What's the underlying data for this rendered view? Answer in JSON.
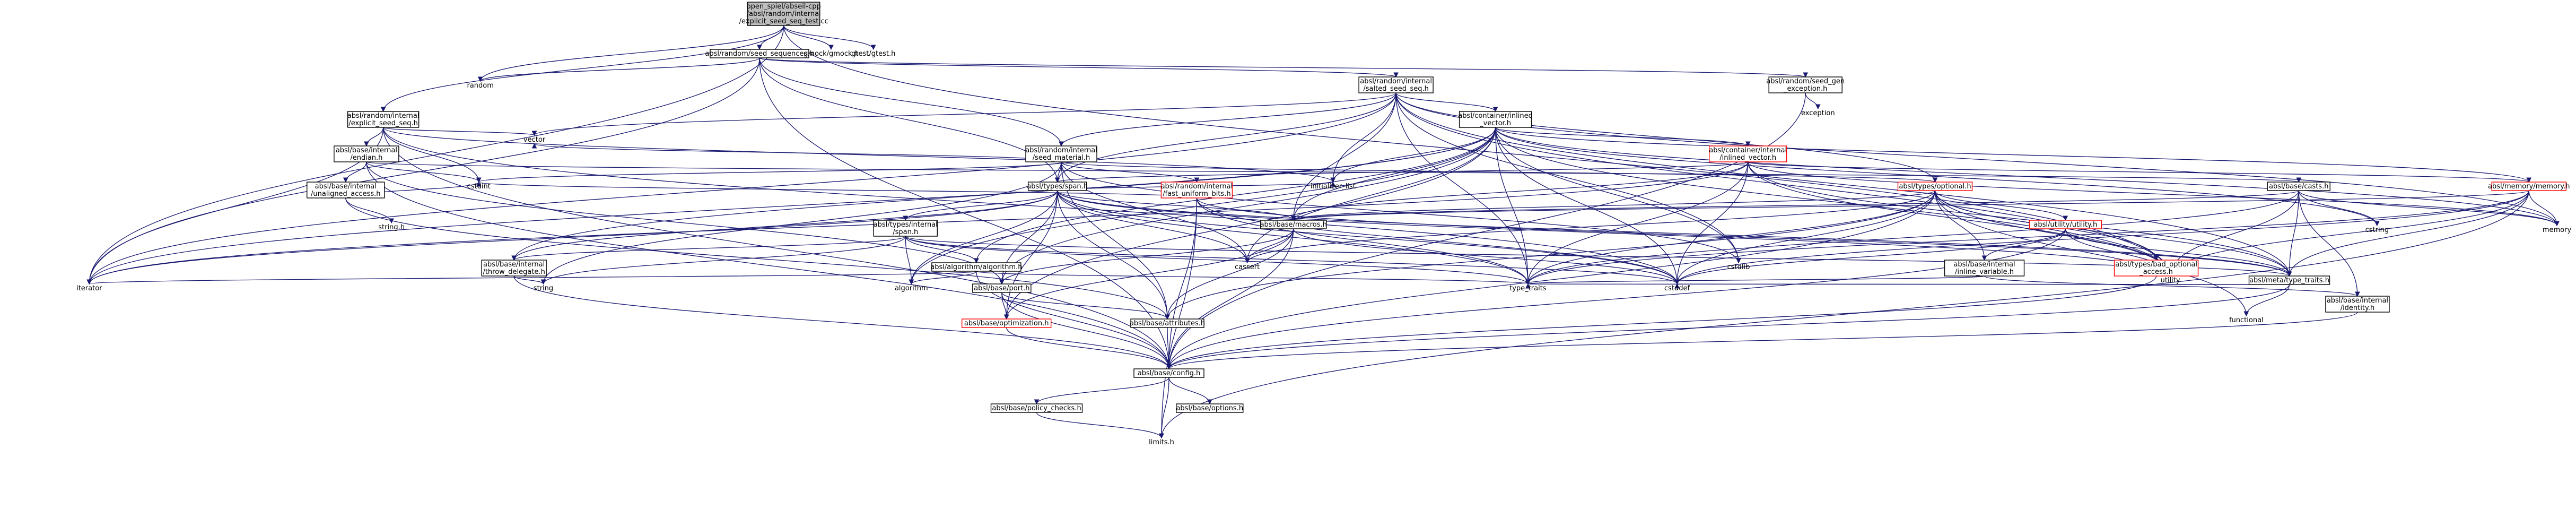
{
  "diagram": {
    "type": "include-dependency-graph",
    "colors": {
      "edge": "#191970",
      "root_fill": "#bfbfbf",
      "node_border": "#000000",
      "truncated_border": "#ff0000"
    },
    "nodes": [
      {
        "id": "root",
        "lines": [
          "open_spiel/abseil-cpp",
          "/absl/random/internal",
          "/explicit_seed_seq_test.cc"
        ],
        "style": "root"
      },
      {
        "id": "seed_sequences",
        "lines": [
          "absl/random/seed_sequences.h"
        ],
        "style": "normal"
      },
      {
        "id": "gmock",
        "lines": [
          "gmock/gmock.h"
        ],
        "style": "plain"
      },
      {
        "id": "gtest",
        "lines": [
          "gtest/gtest.h"
        ],
        "style": "plain"
      },
      {
        "id": "random",
        "lines": [
          "random"
        ],
        "style": "plain"
      },
      {
        "id": "salted_seed_seq",
        "lines": [
          "absl/random/internal",
          "/salted_seed_seq.h"
        ],
        "style": "normal"
      },
      {
        "id": "seed_gen_exception",
        "lines": [
          "absl/random/seed_gen",
          "_exception.h"
        ],
        "style": "normal"
      },
      {
        "id": "exception",
        "lines": [
          "exception"
        ],
        "style": "plain"
      },
      {
        "id": "explicit_seed_seq",
        "lines": [
          "absl/random/internal",
          "/explicit_seed_seq.h"
        ],
        "style": "normal"
      },
      {
        "id": "inlined_vector",
        "lines": [
          "absl/container/inlined",
          "_vector.h"
        ],
        "style": "normal"
      },
      {
        "id": "seed_material",
        "lines": [
          "absl/random/internal",
          "/seed_material.h"
        ],
        "style": "normal"
      },
      {
        "id": "internal_inlined_vector",
        "lines": [
          "absl/container/internal",
          "/inlined_vector.h"
        ],
        "style": "red"
      },
      {
        "id": "endian",
        "lines": [
          "absl/base/internal",
          "/endian.h"
        ],
        "style": "normal"
      },
      {
        "id": "unaligned_access",
        "lines": [
          "absl/base/internal",
          "/unaligned_access.h"
        ],
        "style": "normal"
      },
      {
        "id": "span",
        "lines": [
          "absl/types/span.h"
        ],
        "style": "normal"
      },
      {
        "id": "fast_uniform_bits",
        "lines": [
          "absl/random/internal",
          "/fast_uniform_bits.h"
        ],
        "style": "red"
      },
      {
        "id": "optional",
        "lines": [
          "absl/types/optional.h"
        ],
        "style": "red"
      },
      {
        "id": "casts",
        "lines": [
          "absl/base/casts.h"
        ],
        "style": "normal"
      },
      {
        "id": "memory",
        "lines": [
          "absl/memory/memory.h"
        ],
        "style": "red"
      },
      {
        "id": "internal_span",
        "lines": [
          "absl/types/internal",
          "/span.h"
        ],
        "style": "normal"
      },
      {
        "id": "macros",
        "lines": [
          "absl/base/macros.h"
        ],
        "style": "normal"
      },
      {
        "id": "utility",
        "lines": [
          "absl/utility/utility.h"
        ],
        "style": "red"
      },
      {
        "id": "algorithm_h",
        "lines": [
          "absl/algorithm/algorithm.h"
        ],
        "style": "normal"
      },
      {
        "id": "throw_delegate",
        "lines": [
          "absl/base/internal",
          "/throw_delegate.h"
        ],
        "style": "normal"
      },
      {
        "id": "port",
        "lines": [
          "absl/base/port.h"
        ],
        "style": "normal"
      },
      {
        "id": "inline_variable",
        "lines": [
          "absl/base/internal",
          "/inline_variable.h"
        ],
        "style": "normal"
      },
      {
        "id": "bad_optional_access",
        "lines": [
          "absl/types/bad_optional",
          "_access.h"
        ],
        "style": "red"
      },
      {
        "id": "type_traits_h",
        "lines": [
          "absl/meta/type_traits.h"
        ],
        "style": "normal"
      },
      {
        "id": "identity",
        "lines": [
          "absl/base/internal",
          "/identity.h"
        ],
        "style": "normal"
      },
      {
        "id": "optimization",
        "lines": [
          "absl/base/optimization.h"
        ],
        "style": "red"
      },
      {
        "id": "attributes",
        "lines": [
          "absl/base/attributes.h"
        ],
        "style": "normal"
      },
      {
        "id": "config",
        "lines": [
          "absl/base/config.h"
        ],
        "style": "normal"
      },
      {
        "id": "policy_checks",
        "lines": [
          "absl/base/policy_checks.h"
        ],
        "style": "normal"
      },
      {
        "id": "options",
        "lines": [
          "absl/base/options.h"
        ],
        "style": "normal"
      },
      {
        "id": "limits",
        "lines": [
          "limits.h"
        ],
        "style": "plain"
      },
      {
        "id": "vector",
        "lines": [
          "vector"
        ],
        "style": "plain"
      },
      {
        "id": "cstdint",
        "lines": [
          "cstdint"
        ],
        "style": "plain"
      },
      {
        "id": "string_h",
        "lines": [
          "string.h"
        ],
        "style": "plain"
      },
      {
        "id": "initializer_list",
        "lines": [
          "initializer_list"
        ],
        "style": "plain"
      },
      {
        "id": "cassert",
        "lines": [
          "cassert"
        ],
        "style": "plain"
      },
      {
        "id": "iterator",
        "lines": [
          "iterator"
        ],
        "style": "plain"
      },
      {
        "id": "string",
        "lines": [
          "string"
        ],
        "style": "plain"
      },
      {
        "id": "algorithm",
        "lines": [
          "algorithm"
        ],
        "style": "plain"
      },
      {
        "id": "type_traits",
        "lines": [
          "type_traits"
        ],
        "style": "plain"
      },
      {
        "id": "cstddef",
        "lines": [
          "cstddef"
        ],
        "style": "plain"
      },
      {
        "id": "cstdlib",
        "lines": [
          "cstdlib"
        ],
        "style": "plain"
      },
      {
        "id": "utility_std",
        "lines": [
          "utility"
        ],
        "style": "plain"
      },
      {
        "id": "functional",
        "lines": [
          "functional"
        ],
        "style": "plain"
      },
      {
        "id": "cstring",
        "lines": [
          "cstring"
        ],
        "style": "plain"
      },
      {
        "id": "memory_std",
        "lines": [
          "memory"
        ],
        "style": "plain"
      }
    ],
    "edges": [
      [
        "root",
        "seed_sequences"
      ],
      [
        "root",
        "gmock"
      ],
      [
        "root",
        "gtest"
      ],
      [
        "root",
        "random"
      ],
      [
        "root",
        "explicit_seed_seq"
      ],
      [
        "root",
        "iterator"
      ],
      [
        "root",
        "utility_std"
      ],
      [
        "seed_sequences",
        "random"
      ],
      [
        "seed_sequences",
        "salted_seed_seq"
      ],
      [
        "seed_sequences",
        "seed_gen_exception"
      ],
      [
        "seed_sequences",
        "seed_material"
      ],
      [
        "seed_sequences",
        "span"
      ],
      [
        "seed_sequences",
        "iterator"
      ],
      [
        "seed_sequences",
        "config"
      ],
      [
        "seed_gen_exception",
        "exception"
      ],
      [
        "seed_gen_exception",
        "config"
      ],
      [
        "salted_seed_seq",
        "inlined_vector"
      ],
      [
        "salted_seed_seq",
        "seed_material"
      ],
      [
        "salted_seed_seq",
        "optional"
      ],
      [
        "salted_seed_seq",
        "span"
      ],
      [
        "salted_seed_seq",
        "type_traits_h"
      ],
      [
        "salted_seed_seq",
        "cstdlib"
      ],
      [
        "salted_seed_seq",
        "initializer_list"
      ],
      [
        "salted_seed_seq",
        "iterator"
      ],
      [
        "salted_seed_seq",
        "memory_std"
      ],
      [
        "salted_seed_seq",
        "type_traits"
      ],
      [
        "salted_seed_seq",
        "utility_std"
      ],
      [
        "salted_seed_seq",
        "vector"
      ],
      [
        "salted_seed_seq",
        "macros"
      ],
      [
        "explicit_seed_seq",
        "endian"
      ],
      [
        "explicit_seed_seq",
        "cstdint"
      ],
      [
        "explicit_seed_seq",
        "iterator"
      ],
      [
        "explicit_seed_seq",
        "vector"
      ],
      [
        "explicit_seed_seq",
        "config"
      ],
      [
        "explicit_seed_seq",
        "cstddef"
      ],
      [
        "explicit_seed_seq",
        "initializer_list"
      ],
      [
        "inlined_vector",
        "internal_inlined_vector"
      ],
      [
        "inlined_vector",
        "algorithm"
      ],
      [
        "inlined_vector",
        "cassert"
      ],
      [
        "inlined_vector",
        "cstddef"
      ],
      [
        "inlined_vector",
        "cstdlib"
      ],
      [
        "inlined_vector",
        "cstring"
      ],
      [
        "inlined_vector",
        "initializer_list"
      ],
      [
        "inlined_vector",
        "iterator"
      ],
      [
        "inlined_vector",
        "memory_std"
      ],
      [
        "inlined_vector",
        "type_traits"
      ],
      [
        "inlined_vector",
        "utility_std"
      ],
      [
        "inlined_vector",
        "algorithm_h"
      ],
      [
        "inlined_vector",
        "throw_delegate"
      ],
      [
        "inlined_vector",
        "macros"
      ],
      [
        "inlined_vector",
        "optimization"
      ],
      [
        "inlined_vector",
        "port"
      ],
      [
        "inlined_vector",
        "memory"
      ],
      [
        "internal_inlined_vector",
        "span"
      ],
      [
        "internal_inlined_vector",
        "memory"
      ],
      [
        "internal_inlined_vector",
        "macros"
      ],
      [
        "internal_inlined_vector",
        "type_traits_h"
      ],
      [
        "internal_inlined_vector",
        "cstddef"
      ],
      [
        "internal_inlined_vector",
        "iterator"
      ],
      [
        "internal_inlined_vector",
        "memory_std"
      ],
      [
        "internal_inlined_vector",
        "utility_std"
      ],
      [
        "internal_inlined_vector",
        "type_traits"
      ],
      [
        "seed_material",
        "fast_uniform_bits"
      ],
      [
        "seed_material",
        "span"
      ],
      [
        "seed_material",
        "optional"
      ],
      [
        "seed_material",
        "cassert"
      ],
      [
        "seed_material",
        "cstdint"
      ],
      [
        "seed_material",
        "cstdlib"
      ],
      [
        "seed_material",
        "string"
      ],
      [
        "seed_material",
        "vector"
      ],
      [
        "seed_material",
        "attributes"
      ],
      [
        "endian",
        "unaligned_access"
      ],
      [
        "endian",
        "casts"
      ],
      [
        "endian",
        "port"
      ],
      [
        "endian",
        "config"
      ],
      [
        "endian",
        "cstdint"
      ],
      [
        "unaligned_access",
        "string_h"
      ],
      [
        "unaligned_access",
        "cstdint"
      ],
      [
        "unaligned_access",
        "attributes"
      ],
      [
        "fast_uniform_bits",
        "cstddef"
      ],
      [
        "fast_uniform_bits",
        "cstdint"
      ],
      [
        "fast_uniform_bits",
        "limits"
      ],
      [
        "fast_uniform_bits",
        "type_traits"
      ],
      [
        "fast_uniform_bits",
        "config"
      ],
      [
        "fast_uniform_bits",
        "type_traits_h"
      ],
      [
        "span",
        "algorithm"
      ],
      [
        "span",
        "cassert"
      ],
      [
        "span",
        "cstddef"
      ],
      [
        "span",
        "initializer_list"
      ],
      [
        "span",
        "iterator"
      ],
      [
        "span",
        "type_traits"
      ],
      [
        "span",
        "utility_std"
      ],
      [
        "span",
        "internal_span"
      ],
      [
        "span",
        "attributes"
      ],
      [
        "span",
        "optimization"
      ],
      [
        "span",
        "throw_delegate"
      ],
      [
        "span",
        "macros"
      ],
      [
        "span",
        "port"
      ],
      [
        "span",
        "type_traits_h"
      ],
      [
        "internal_span",
        "algorithm"
      ],
      [
        "internal_span",
        "cstddef"
      ],
      [
        "internal_span",
        "string"
      ],
      [
        "internal_span",
        "type_traits"
      ],
      [
        "internal_span",
        "algorithm_h"
      ],
      [
        "internal_span",
        "throw_delegate"
      ],
      [
        "internal_span",
        "type_traits_h"
      ],
      [
        "optional",
        "utility"
      ],
      [
        "optional",
        "inline_variable"
      ],
      [
        "optional",
        "bad_optional_access"
      ],
      [
        "optional",
        "type_traits_h"
      ],
      [
        "optional",
        "functional"
      ],
      [
        "optional",
        "type_traits"
      ],
      [
        "optional",
        "utility_std"
      ],
      [
        "optional",
        "cassert"
      ],
      [
        "optional",
        "cstddef"
      ],
      [
        "optional",
        "config"
      ],
      [
        "optional",
        "attributes"
      ],
      [
        "optional",
        "macros"
      ],
      [
        "casts",
        "cstring"
      ],
      [
        "casts",
        "memory_std"
      ],
      [
        "casts",
        "type_traits"
      ],
      [
        "casts",
        "utility_std"
      ],
      [
        "casts",
        "identity"
      ],
      [
        "casts",
        "macros"
      ],
      [
        "casts",
        "type_traits_h"
      ],
      [
        "memory",
        "cstddef"
      ],
      [
        "memory",
        "limits"
      ],
      [
        "memory",
        "memory_std"
      ],
      [
        "memory",
        "new"
      ],
      [
        "memory",
        "type_traits"
      ],
      [
        "memory",
        "utility_std"
      ],
      [
        "memory",
        "macros"
      ],
      [
        "memory",
        "type_traits_h"
      ],
      [
        "utility",
        "cstddef"
      ],
      [
        "utility",
        "tuple"
      ],
      [
        "utility",
        "utility_std"
      ],
      [
        "utility",
        "inline_variable"
      ],
      [
        "utility",
        "invoke"
      ],
      [
        "utility",
        "type_traits_h"
      ],
      [
        "utility",
        "config"
      ],
      [
        "macros",
        "cassert"
      ],
      [
        "macros",
        "cstddef"
      ],
      [
        "macros",
        "attributes"
      ],
      [
        "macros",
        "config"
      ],
      [
        "macros",
        "optimization"
      ],
      [
        "macros",
        "port"
      ],
      [
        "algorithm_h",
        "algorithm"
      ],
      [
        "algorithm_h",
        "iterator"
      ],
      [
        "algorithm_h",
        "type_traits"
      ],
      [
        "algorithm_h",
        "config"
      ],
      [
        "throw_delegate",
        "string"
      ],
      [
        "throw_delegate",
        "config"
      ],
      [
        "port",
        "attributes"
      ],
      [
        "port",
        "config"
      ],
      [
        "port",
        "optimization"
      ],
      [
        "inline_variable",
        "type_traits"
      ],
      [
        "inline_variable",
        "identity"
      ],
      [
        "bad_optional_access",
        "stdexcept"
      ],
      [
        "bad_optional_access",
        "config"
      ],
      [
        "type_traits_h",
        "cstddef"
      ],
      [
        "type_traits_h",
        "functional"
      ],
      [
        "type_traits_h",
        "type_traits"
      ],
      [
        "type_traits_h",
        "config"
      ],
      [
        "identity",
        "config"
      ],
      [
        "optimization",
        "config"
      ],
      [
        "attributes",
        "config"
      ],
      [
        "config",
        "limits"
      ],
      [
        "config",
        "options"
      ],
      [
        "config",
        "policy_checks"
      ],
      [
        "policy_checks",
        "limits"
      ]
    ]
  }
}
